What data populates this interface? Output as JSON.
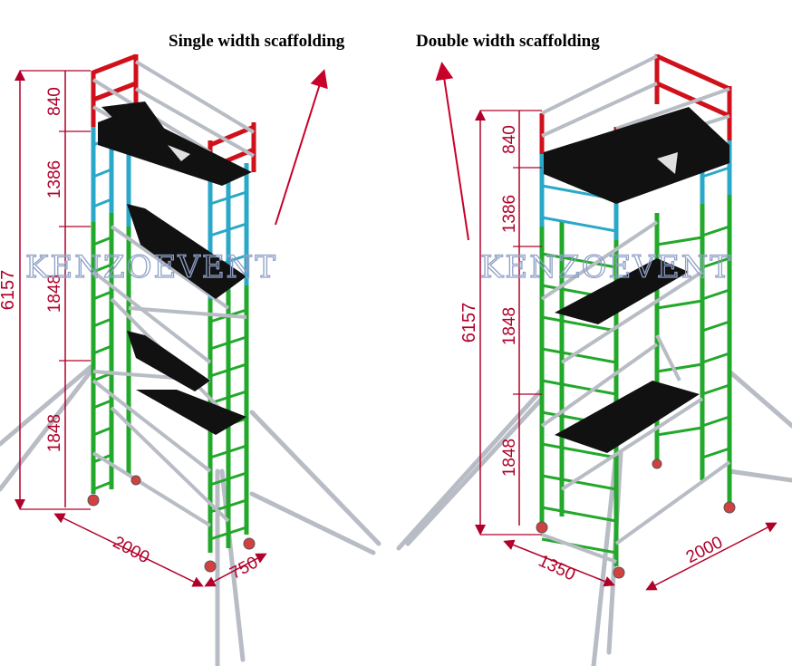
{
  "titles": {
    "single": "Single width scaffolding",
    "double": "Double width scaffolding"
  },
  "watermark": "KENZOEVENT",
  "left_scaffold": {
    "total_height": "6157",
    "heights": [
      "840",
      "1386",
      "1848",
      "1848"
    ],
    "length": "2000",
    "width": "750"
  },
  "right_scaffold": {
    "total_height": "6157",
    "heights": [
      "840",
      "1386",
      "1848",
      "1848"
    ],
    "width": "1350",
    "length": "2000"
  },
  "colors": {
    "dimension": "#b0002a",
    "arrow": "#c8002a",
    "top_frame": "#d0101a",
    "upper_frame": "#2aa8c8",
    "lower_frame": "#22a82a",
    "brace": "#b8bcc4",
    "platform": "#111111"
  }
}
